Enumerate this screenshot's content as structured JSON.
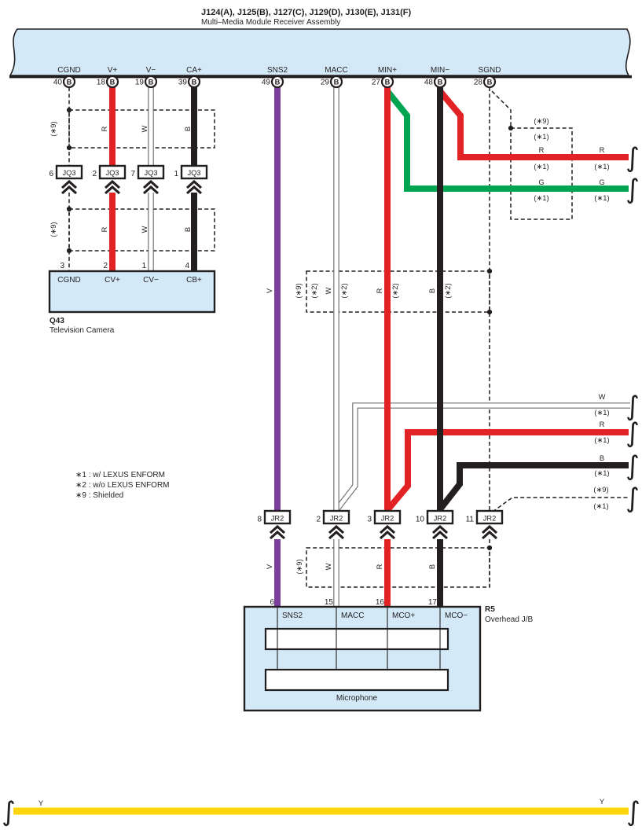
{
  "colors": {
    "red": "#e32226",
    "green": "#00a551",
    "black": "#231f20",
    "violet": "#7b3f9d",
    "yellow": "#ffd60b",
    "panel": "#d3e9f8",
    "ink": "#231f20",
    "edge": "#6d6e71"
  },
  "title": {
    "codes": "J124(A), J125(B), J127(C), J129(D), J130(E), J131(F)",
    "name": "Multi–Media Module Receiver Assembly"
  },
  "pin_letter": "B",
  "top_pins": [
    {
      "num": "40",
      "label": "CGND"
    },
    {
      "num": "18",
      "label": "V+"
    },
    {
      "num": "19",
      "label": "V−"
    },
    {
      "num": "39",
      "label": "CA+"
    },
    {
      "num": "49",
      "label": "SNS2"
    },
    {
      "num": "29",
      "label": "MACC"
    },
    {
      "num": "27",
      "label": "MIN+"
    },
    {
      "num": "48",
      "label": "MIN−"
    },
    {
      "num": "28",
      "label": "SGND"
    }
  ],
  "jq3": {
    "label": "JQ3",
    "pins": [
      "6",
      "2",
      "7",
      "1"
    ]
  },
  "jr2": {
    "label": "JR2",
    "pins": [
      "8",
      "2",
      "3",
      "10",
      "11"
    ]
  },
  "camera": {
    "id": "Q43",
    "name": "Television Camera",
    "pin_nums": [
      "3",
      "2",
      "1",
      "4"
    ],
    "pin_labels": [
      "CGND",
      "CV+",
      "CV−",
      "CB+"
    ]
  },
  "jb": {
    "id": "R5",
    "name": "Overhead J/B",
    "inner": "Microphone",
    "pin_nums": [
      "6",
      "15",
      "16",
      "17"
    ],
    "pin_labels": [
      "SNS2",
      "MACC",
      "MCO+",
      "MCO−"
    ]
  },
  "notes": [
    "∗1 : w/ LEXUS ENFORM",
    "∗2 : w/o LEXUS ENFORM",
    "∗9 : Shielded"
  ],
  "wire": {
    "r": "R",
    "w": "W",
    "b": "B",
    "v": "V",
    "g": "G",
    "y": "Y"
  },
  "tag": {
    "s1": "(∗1)",
    "s2": "(∗2)",
    "s9": "(∗9)"
  },
  "icons": {
    "break_glyph": "∫"
  }
}
